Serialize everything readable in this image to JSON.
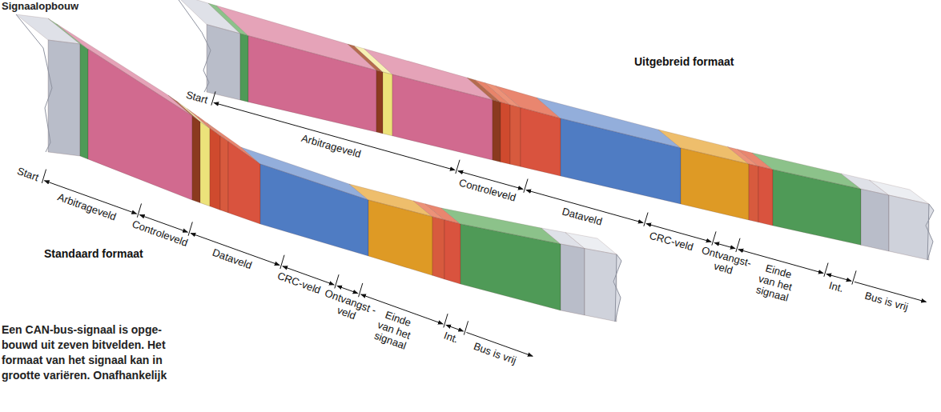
{
  "diagram": {
    "title": "Signaalopbouw",
    "caption": "Een CAN-bus-signaal is opge- bouwd uit zeven bitvelden. Het formaat van het signaal kan in grootte variëren. Onafhankelijk",
    "labels": [
      "Start",
      "Arbitrageveld",
      "Controleveld",
      "Dataveld",
      "CRC-veld",
      "Ontvangst- veld",
      "Einde van het signaal",
      "Int.",
      "Bus is vrij",
      "Uitgebreid formaat",
      "Start",
      "Arbitrageveld",
      "Controleveld",
      "Dataveld",
      "CRC-veld",
      "Ontvangst -veld",
      "Einde van het signaal",
      "Int.",
      "Bus is vrij",
      "Standaard formaat"
    ]
  }
}
